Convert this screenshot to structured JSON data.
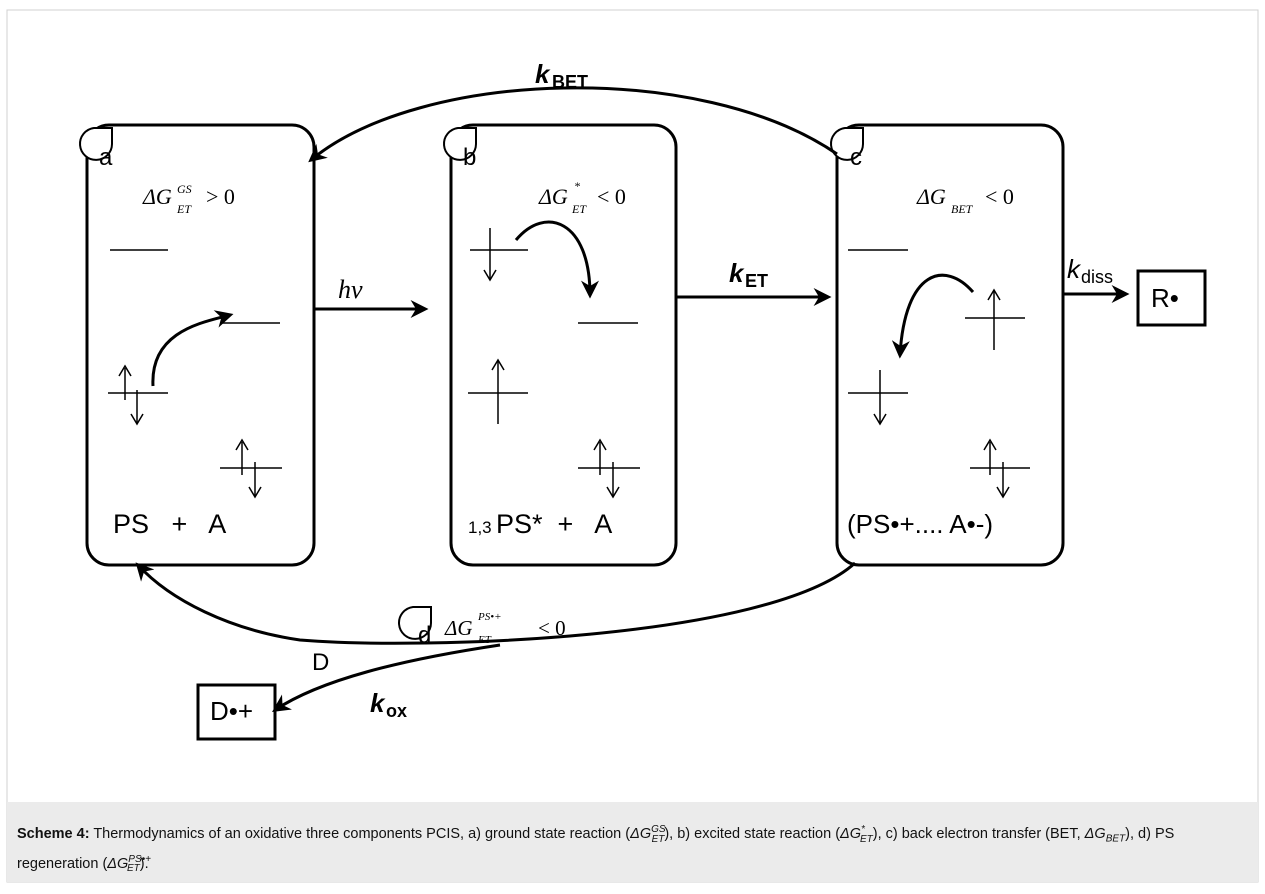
{
  "diagram": {
    "k_bet": {
      "main": "k",
      "sub": "BET"
    },
    "k_et": {
      "main": "k",
      "sub": "ET"
    },
    "k_diss": {
      "main": "k",
      "sub": "diss"
    },
    "k_ox": {
      "main": "k",
      "sub": "ox"
    },
    "hv": "hν",
    "r_radical": "R•",
    "d_radical": "D•+",
    "donor": "D",
    "box_a": {
      "tag": "a",
      "energy": {
        "delta": "ΔG",
        "sup": "GS",
        "sub": "ET",
        "rel": "> 0"
      },
      "species": "PS   +   A"
    },
    "box_b": {
      "tag": "b",
      "energy": {
        "delta": "ΔG",
        "sup": "*",
        "sub": "ET",
        "rel": "< 0"
      },
      "species_sup": "1,3",
      "species": "PS*  +   A"
    },
    "box_c": {
      "tag": "c",
      "energy": {
        "delta": "ΔG",
        "sub": "BET",
        "rel": "< 0"
      },
      "species": "(PS•+.... A•-)"
    },
    "step_d": {
      "tag": "d",
      "energy": {
        "delta": "ΔG",
        "sup": "PS•+",
        "sub": "ET",
        "rel": "< 0"
      }
    }
  },
  "caption": {
    "label": "Scheme 4:",
    "text_1": " Thermodynamics of an oxidative three components PCIS, a) ground state reaction (",
    "t1_delta": "ΔG",
    "t1_sup": "GS",
    "t1_sub": "ET",
    "text_2": "), b) excited state reaction (",
    "t2_delta": "ΔG",
    "t2_sup": "*",
    "t2_sub": "ET",
    "text_3": "), c) back electron transfer (BET, ",
    "t3_delta": "ΔG",
    "t3_sub": "BET",
    "text_4": "), d) PS regeneration (",
    "t4_delta": "ΔG",
    "t4_sup": "PS•+",
    "t4_sub": "ET",
    "text_5": ")."
  }
}
